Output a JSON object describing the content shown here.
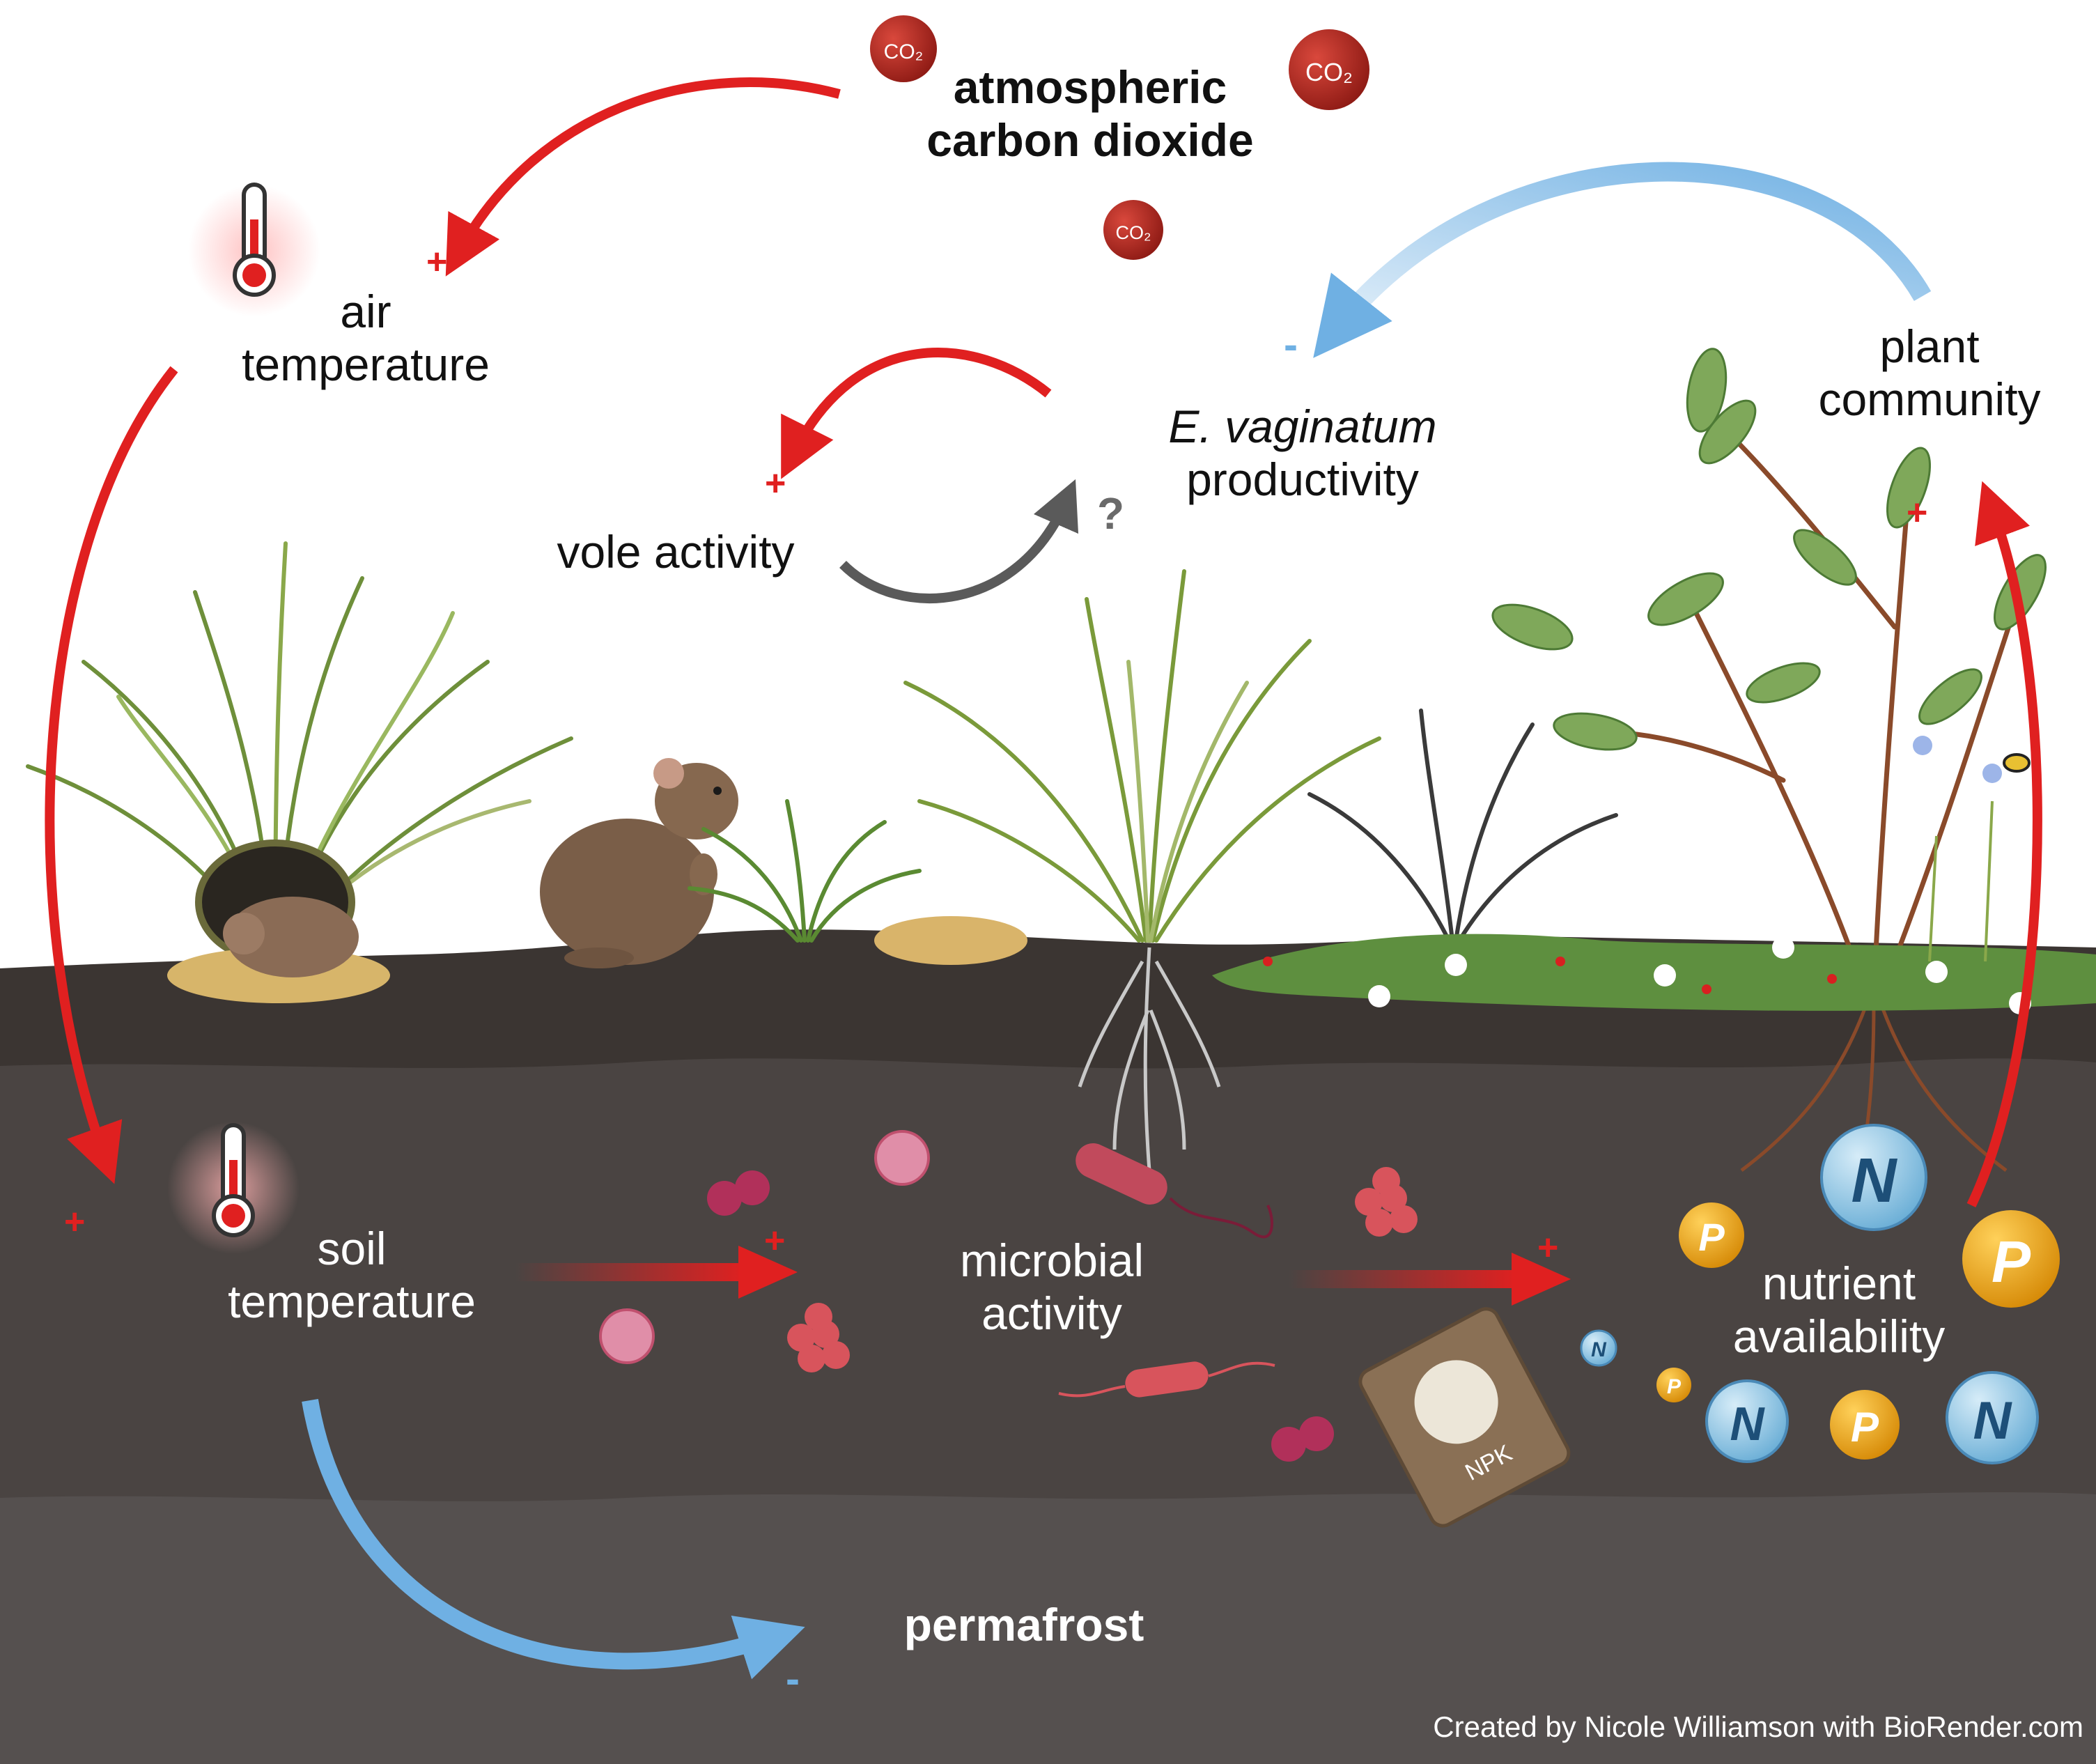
{
  "labels": {
    "atmospheric_co2": [
      "atmospheric",
      "carbon dioxide"
    ],
    "air_temperature": [
      "air",
      "temperature"
    ],
    "vole_activity": "vole activity",
    "e_vaginatum_productivity": [
      "E. vaginatum",
      "productivity"
    ],
    "plant_community": [
      "plant",
      "community"
    ],
    "soil_temperature": [
      "soil",
      "temperature"
    ],
    "microbial_activity": [
      "microbial",
      "activity"
    ],
    "nutrient_availability": [
      "nutrient",
      "availability"
    ],
    "permafrost": "permafrost"
  },
  "signs": {
    "plus": "+",
    "minus": "-",
    "question": "?"
  },
  "molecules": {
    "co2": "CO₂",
    "nitrogen": "N",
    "phosphorus": "P",
    "fertilizer_bag": "NPK"
  },
  "credit": "Created by Nicole Williamson with BioRender.com",
  "colors": {
    "positive_arrow": "#e02020",
    "negative_arrow": "#6fb0e3",
    "unknown_arrow": "#5a5a5a",
    "topsoil": "#3b3532",
    "midsoil": "#4a4442",
    "permafrost_layer": "#55504f",
    "co2_molecule": "#b52a22",
    "nitrogen_atom": "#8fc4e4",
    "phosphorus_atom": "#f0a81c"
  }
}
